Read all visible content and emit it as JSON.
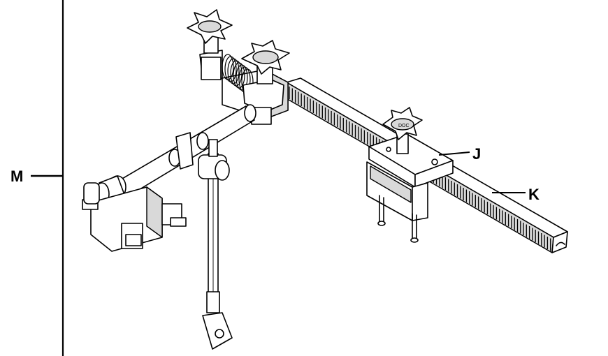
{
  "labels": {
    "M": "M",
    "J": "J",
    "K": "K"
  },
  "knob_marking": "DOC"
}
